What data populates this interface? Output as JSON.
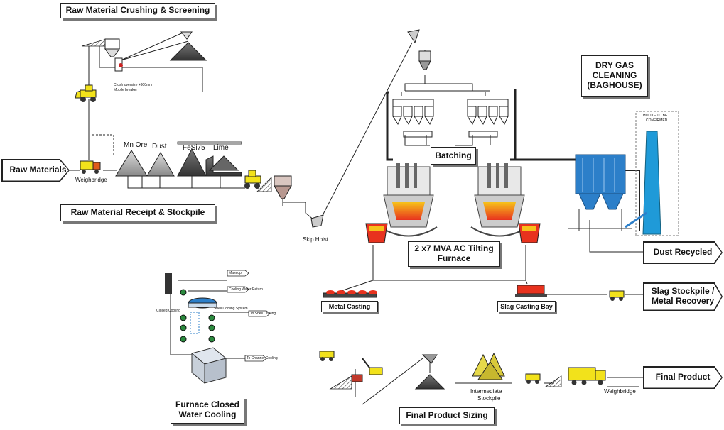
{
  "section_titles": {
    "crushing": "Raw Material Crushing & Screening",
    "receipt": "Raw Material Receipt & Stockpile",
    "batching": "Batching",
    "furnace_line1": "2 x7 MVA AC Tilting",
    "furnace_line2": "Furnace",
    "gas_line1": "DRY GAS",
    "gas_line2": "CLEANING",
    "gas_line3": "(BAGHOUSE)",
    "cooling_line1": "Furnace Closed",
    "cooling_line2": "Water Cooling",
    "sizing": "Final Product Sizing",
    "metal_casting": "Metal Casting",
    "slag_casting": "Slag Casting Bay"
  },
  "inputs_outputs": {
    "raw_materials": "Raw Materials",
    "dust_recycled": "Dust Recycled",
    "slag_line1": "Slag Stockpile /",
    "slag_line2": "Metal Recovery",
    "final_product": "Final Product"
  },
  "labels": {
    "weighbridge": "Weighbridge",
    "weighbridge_2": "Weighbridge",
    "mn_ore": "Mn Ore",
    "dust": "Dust",
    "fesi75": "FeSi75",
    "lime": "Lime",
    "skip_hoist": "Skip Hoist",
    "crush_note_1": "Crush oversize +300mm",
    "crush_note_2": "Mobile breaker",
    "hold_1": "HOLD – TO BE",
    "hold_2": "CONFIRMED",
    "intermediate_1": "Intermediate",
    "intermediate_2": "Stockpile",
    "cw_top1": "Makeup",
    "cw_top2": "Cooling Water Return",
    "cw_left": "Closed Cooling",
    "cw_mid": "Shell Cooling System",
    "cw_right": "To Shell Cooling",
    "cw_bottom": "To Channel Cooling"
  },
  "colors": {
    "line": "#222222",
    "molten": "#e8321e",
    "glow": "#f7c21a",
    "baghouse": "#2c7fc9",
    "stack": "#1f9ad8",
    "loader": "#f2e21b",
    "truck": "#f2e21b",
    "stockpile_dark": "#555555",
    "stockpile_light": "#c8c8c8"
  }
}
